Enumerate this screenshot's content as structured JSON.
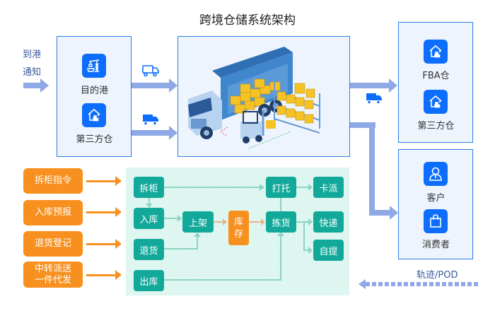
{
  "title": "跨境仓储系统架构",
  "inbound_notice": {
    "line1": "到港",
    "line2": "通知"
  },
  "origin_panel": {
    "items": [
      {
        "label": "目的港",
        "icon": "port-crane-icon"
      },
      {
        "label": "第三方仓",
        "icon": "warehouse-icon"
      }
    ]
  },
  "transport_icons": [
    "truck-outline-icon",
    "truck-solid-icon",
    "truck-solid-icon"
  ],
  "center_illustration": "truck-warehouse-illustration",
  "destination_panel": {
    "items": [
      {
        "label": "FBA仓",
        "icon": "warehouse-icon"
      },
      {
        "label": "第三方仓",
        "icon": "warehouse-icon"
      }
    ]
  },
  "customer_panel": {
    "items": [
      {
        "label": "客户",
        "icon": "user-icon"
      },
      {
        "label": "消费者",
        "icon": "shopping-bag-icon"
      }
    ]
  },
  "instructions": [
    {
      "label": "拆柜指令"
    },
    {
      "label": "入库预报"
    },
    {
      "label": "退货登记"
    },
    {
      "label": "中转派送\n一件代发"
    }
  ],
  "flow": {
    "unpack": "拆柜",
    "inbound": "入库",
    "returns": "退货",
    "outbound": "出库",
    "shelving": "上架",
    "inventory": "库\n存",
    "palletize": "打托",
    "picking": "拣货",
    "truck_delivery": "卡派",
    "express": "快递",
    "self_pickup": "自提"
  },
  "tracking_label": "轨迹/POD",
  "colors": {
    "accent_blue": "#0d6efd",
    "panel_border": "#2b7de9",
    "arrow_blue": "#8fa9e6",
    "orange": "#f7901e",
    "teal": "#12a99a",
    "teal_panel": "#dbf5ef"
  }
}
